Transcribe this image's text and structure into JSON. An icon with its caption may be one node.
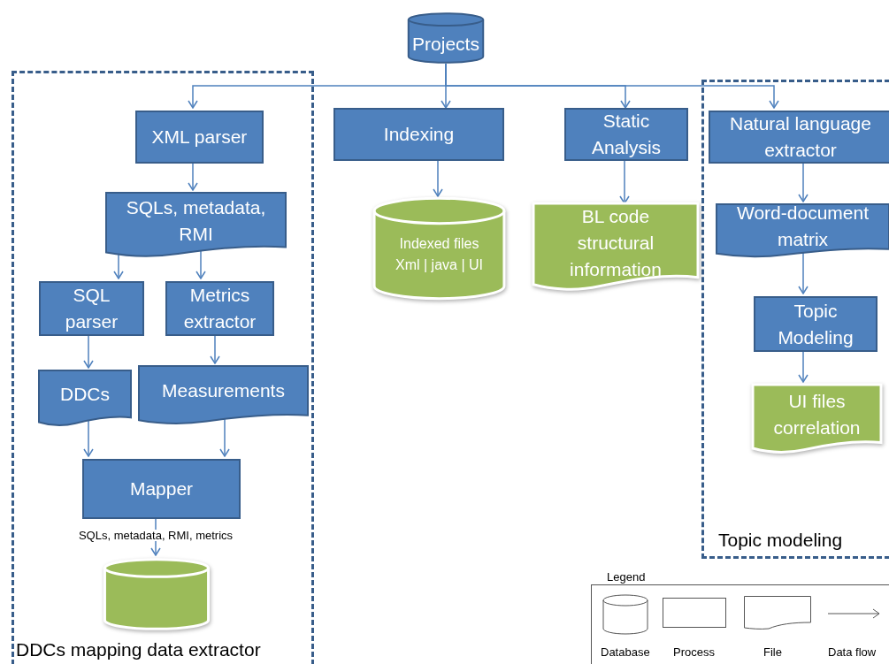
{
  "diagram": {
    "nodes": [
      {
        "text": [
          "DDCs mapping data extractor"
        ]
      },
      {
        "text": [
          "Topic modeling"
        ]
      },
      {
        "text": [
          "Projects"
        ]
      },
      {
        "text": [
          "XML parser"
        ],
        "in": 0
      },
      {
        "text": [
          "Indexing"
        ]
      },
      {
        "text": [
          "Static Analysis"
        ]
      },
      {
        "text": [
          "Natural language extractor"
        ],
        "in": 1
      },
      {
        "text": [
          "SQLs, metadata, RMI"
        ],
        "in": 0
      },
      {
        "text": [
          "Indexed files",
          "Xml | java | UI"
        ]
      },
      {
        "text": [
          "BL code structural information"
        ]
      },
      {
        "text": [
          "Word-document matrix"
        ],
        "in": 1
      },
      {
        "text": [
          "SQL parser"
        ],
        "in": 0
      },
      {
        "text": [
          "Metrics extractor"
        ],
        "in": 0
      },
      {
        "text": [
          "Topic Modeling"
        ],
        "in": 1
      },
      {
        "text": [
          "DDCs"
        ],
        "in": 0
      },
      {
        "text": [
          "Measurements"
        ],
        "in": 0
      },
      {
        "text": [
          "UI files correlation"
        ],
        "in": 1
      },
      {
        "text": [
          "Mapper"
        ],
        "in": 0
      },
      {
        "text": [],
        "shape": "cylinder",
        "in": 0
      }
    ],
    "edges": [
      {
        "from": 2,
        "to": 3,
        "arrow": "to"
      },
      {
        "from": 2,
        "to": 4,
        "arrow": "to"
      },
      {
        "from": 2,
        "to": 5,
        "arrow": "to"
      },
      {
        "from": 2,
        "to": 6,
        "arrow": "to"
      },
      {
        "from": 3,
        "to": 7,
        "arrow": "to"
      },
      {
        "from": 7,
        "to": 11,
        "arrow": "to"
      },
      {
        "from": 7,
        "to": 12,
        "arrow": "to"
      },
      {
        "from": 11,
        "to": 14,
        "arrow": "to"
      },
      {
        "from": 12,
        "to": 15,
        "arrow": "to"
      },
      {
        "from": 14,
        "to": 17,
        "arrow": "to"
      },
      {
        "from": 15,
        "to": 17,
        "arrow": "to"
      },
      {
        "from": 17,
        "to": 18,
        "label": "SQLs, metadata, RMI, metrics",
        "arrow": "to"
      },
      {
        "from": 4,
        "to": 8,
        "arrow": "to"
      },
      {
        "from": 5,
        "to": 9,
        "arrow": "to"
      },
      {
        "from": 6,
        "to": 10,
        "arrow": "to"
      },
      {
        "from": 10,
        "to": 13,
        "arrow": "to"
      },
      {
        "from": 13,
        "to": 16,
        "arrow": "to"
      }
    ],
    "labels": [
      "Legend"
    ],
    "legend": [
      {
        "text": "Database"
      },
      {
        "text": "Process"
      },
      {
        "text": "File"
      },
      {
        "text": "Data flow"
      }
    ]
  }
}
